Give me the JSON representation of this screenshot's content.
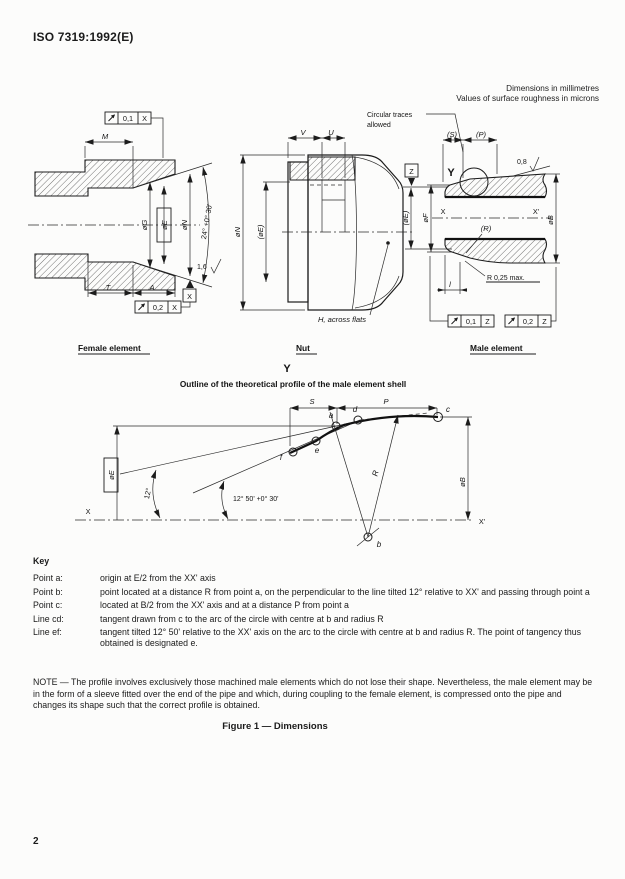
{
  "page": {
    "header": "ISO 7319:1992(E)",
    "units_note": [
      "Dimensions in millimetres",
      "Values of surface roughness in microns"
    ],
    "figure_caption": "Figure 1 — Dimensions",
    "page_number": "2"
  },
  "drawings": {
    "circular_traces": [
      "Circular traces",
      "allowed"
    ],
    "female": {
      "label": "Female element",
      "tol_top": {
        "icon": "runout-icon",
        "value": "0,1",
        "datum": "X"
      },
      "tol_bottom": {
        "icon": "runout-icon",
        "value": "0,2",
        "datum": "X"
      },
      "dim_M": "M",
      "dim_T": "T",
      "dim_A": "A",
      "dia_G": "øG",
      "dia_E": "øE",
      "dia_N": "øN",
      "angle": "24° +0° 30'",
      "datum_X": "X",
      "roughness": "1,6"
    },
    "nut": {
      "label": "Nut",
      "dim_V": "V",
      "dim_U": "U",
      "dia_N": "øN",
      "dia_E": "(øE)",
      "across_flats": "H, across flats"
    },
    "male": {
      "label": "Male element",
      "dim_S": "(S)",
      "dim_P": "(P)",
      "detail_Y": "Y",
      "roughness": "0,8",
      "datum_Z": "Z",
      "dia_E": "(øE)",
      "dia_F": "øF",
      "dia_B": "øB",
      "axis_X": "X",
      "axis_X2": "X'",
      "radius_R": "(R)",
      "radius_note": "R 0,25 max.",
      "dim_l": "l",
      "tol_1": {
        "icon": "runout-icon",
        "value": "0,1",
        "datum": "Z"
      },
      "tol_2": {
        "icon": "runout-icon",
        "value": "0,2",
        "datum": "Z"
      }
    }
  },
  "profile": {
    "detail_ref": "Y",
    "title": "Outline of the theoretical profile of the male element shell",
    "dim_S": "S",
    "dim_P": "P",
    "dia_E": "øE",
    "dia_B": "øB",
    "radius_R": "R",
    "angle_12": "12°",
    "angle_1250": "12° 50' +0° 30'",
    "axis_X": "X",
    "axis_X2": "X'",
    "pt_a": "a",
    "pt_b": "b",
    "pt_c": "c",
    "pt_d": "d",
    "pt_e": "e",
    "pt_f": "f"
  },
  "key": {
    "heading": "Key",
    "entries": [
      {
        "term": "Point a:",
        "desc": "origin at E/2 from the XX' axis"
      },
      {
        "term": "Point b:",
        "desc": "point located at a distance R from point a, on the perpendicular to the line tilted 12° relative to XX' and passing through point a"
      },
      {
        "term": "Point c:",
        "desc": "located at B/2 from the XX' axis and at a distance P from point a"
      },
      {
        "term": "Line cd:",
        "desc": "tangent drawn from c to the arc of the circle with centre at b and radius R"
      },
      {
        "term": "Line ef:",
        "desc": "tangent tilted 12° 50' relative to the XX' axis on the arc to the circle with centre at b and radius R. The point of tangency thus obtained is designated e."
      }
    ]
  },
  "note": "NOTE — The profile involves exclusively those machined male elements which do not lose their shape. Nevertheless, the male element may be in the form of a sleeve fitted over the end of the pipe and which, during coupling to the female element, is compressed onto the pipe and changes its shape such that the correct profile is obtained."
}
